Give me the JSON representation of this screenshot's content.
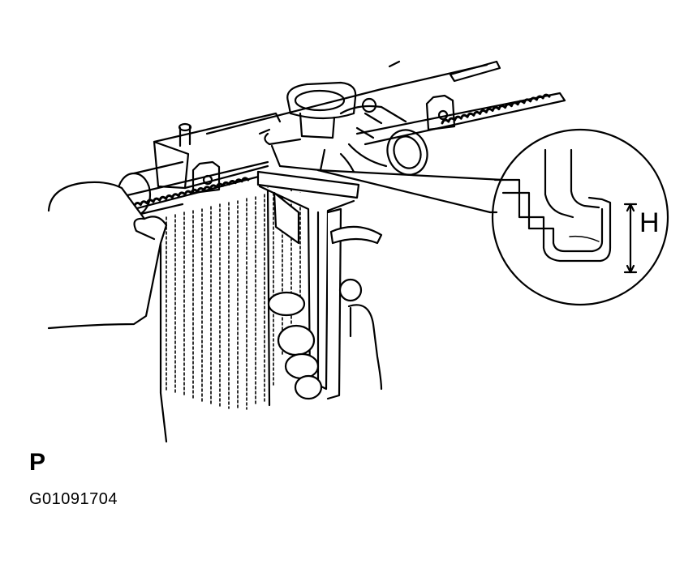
{
  "diagram": {
    "dimension_label": "H",
    "view_label": "P",
    "figure_code": "G01091704"
  }
}
